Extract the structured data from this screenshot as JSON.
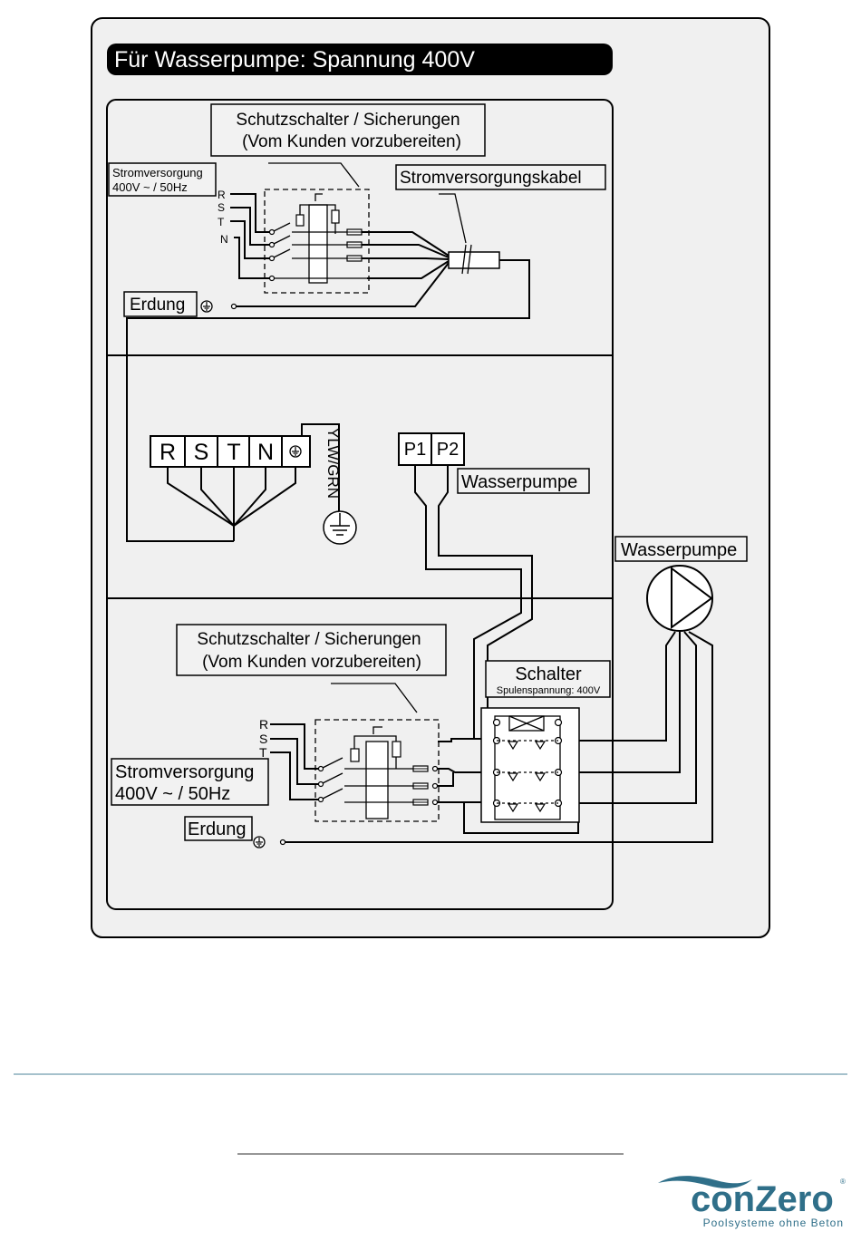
{
  "title": "Für Wasserpumpe: Spannung 400V",
  "section1": {
    "breaker_label": [
      "Schutzschalter / Sicherungen",
      "(Vom Kunden vorzubereiten)"
    ],
    "supply_label": [
      "Stromversorgung",
      "400V ~ / 50Hz"
    ],
    "phases": [
      "R",
      "S",
      "T",
      "N"
    ],
    "cable_label": "Stromversorgungskabel",
    "earth_label": "Erdung"
  },
  "section2": {
    "terminals": [
      "R",
      "S",
      "T",
      "N"
    ],
    "earth_wire": "YLW/GRN",
    "pump_terminals": [
      "P1",
      "P2"
    ],
    "pump_label": "Wasserpumpe"
  },
  "section3": {
    "breaker_label": [
      "Schutzschalter / Sicherungen",
      "(Vom Kunden vorzubereiten)"
    ],
    "phases": [
      "R",
      "S",
      "T"
    ],
    "supply_label": [
      "Stromversorgung",
      "400V ~ / 50Hz"
    ],
    "earth_label": "Erdung",
    "switch_label": "Schalter",
    "switch_sub": "Spulenspannung: 400V",
    "pump_label": "Wasserpumpe"
  },
  "footer": {
    "brand": "conZero",
    "tagline": "Poolsysteme ohne Beton",
    "accent": "#2f6f89"
  }
}
